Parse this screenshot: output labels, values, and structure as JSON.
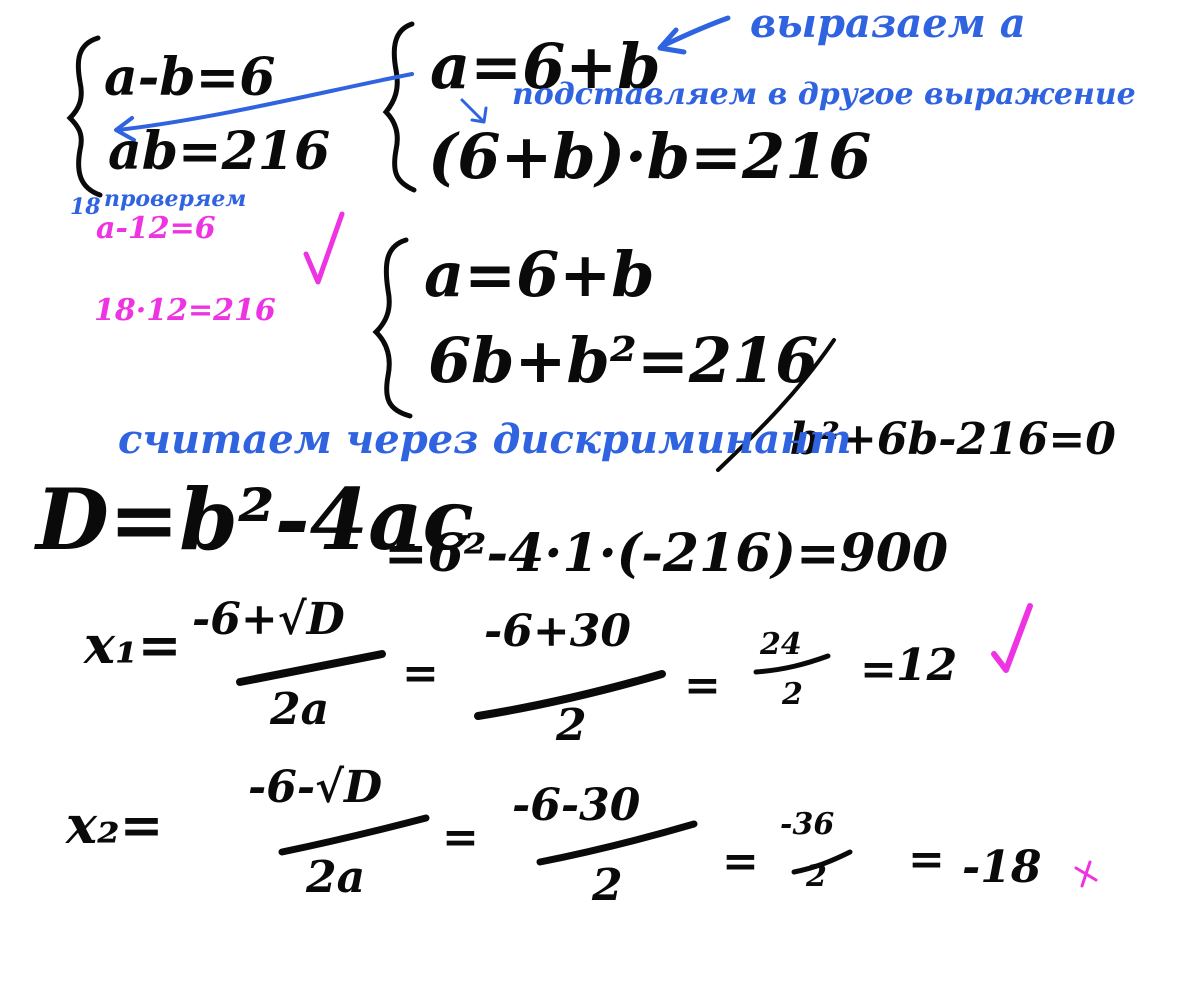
{
  "colors": {
    "ink": "#0a0a0a",
    "annotation": "#2f63e0",
    "check": "#ee33e2"
  },
  "system1": {
    "eq1": "a-b=6",
    "eq2": "ab=216"
  },
  "system2": {
    "eq1": "a=6+b",
    "eq2": "(6+b)·b=216"
  },
  "system3": {
    "eq1": "a=6+b",
    "eq2": "6b+b²=216",
    "rewritten": "b²+6b-216=0"
  },
  "notes": {
    "express_a": "выразаем a",
    "substitute": "подставляем в другое выражение",
    "count_discriminant": "считаем через дискриминант",
    "check_label": "проверяем"
  },
  "check": {
    "value_a": "18",
    "line1": "a-12=6",
    "line2": "18·12=216",
    "check_marks": [
      "check-mark-icon",
      "check-mark-icon"
    ],
    "cross_mark": "cross-icon"
  },
  "discriminant": {
    "formula": "D=b²-4ac",
    "substitution": "=6²-4·1·(-216)=900"
  },
  "root1": {
    "label": "x₁=",
    "num": "-6+√D",
    "den": "2a",
    "num2": "-6+30",
    "den2": "2",
    "num3": "24",
    "den3": "2",
    "result": "12"
  },
  "root2": {
    "label": "x₂=",
    "num": "-6-√D",
    "den": "2a",
    "num2": "-6-30",
    "den2": "2",
    "num3": "-36",
    "den3": "2",
    "result": "-18"
  },
  "operators": {
    "eq": "="
  }
}
